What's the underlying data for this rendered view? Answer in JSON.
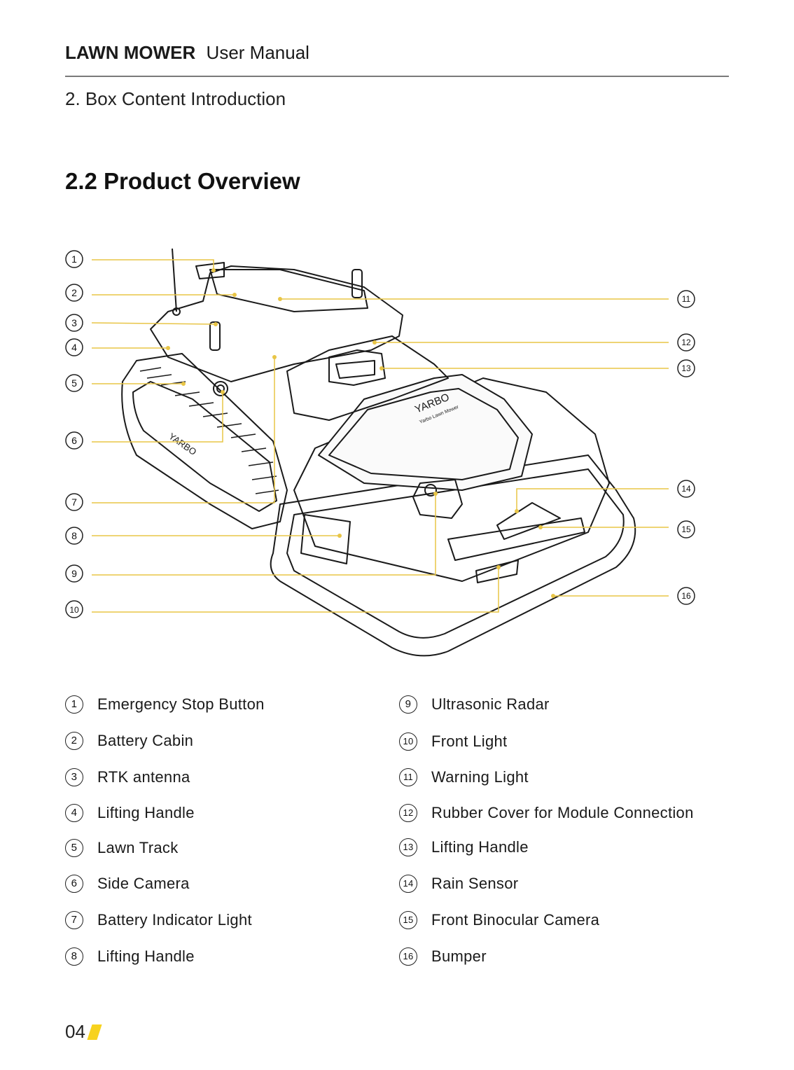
{
  "header": {
    "brand": "LAWN MOWER",
    "subtitle": "User Manual"
  },
  "section": "2. Box Content Introduction",
  "title": "2.2 Product Overview",
  "diagram": {
    "product_logo": "YARBO",
    "product_sub": "Yarbo Lawn Mower",
    "callouts_left": [
      "1",
      "2",
      "3",
      "4",
      "5",
      "6",
      "7",
      "8",
      "9",
      "10"
    ],
    "callouts_right": [
      "11",
      "12",
      "13",
      "14",
      "15",
      "16"
    ],
    "line_color": "#e8c547"
  },
  "legend": [
    {
      "num": "1",
      "label": "Emergency Stop Button"
    },
    {
      "num": "2",
      "label": "Battery Cabin"
    },
    {
      "num": "3",
      "label": "RTK antenna"
    },
    {
      "num": "4",
      "label": "Lifting Handle"
    },
    {
      "num": "5",
      "label": "Lawn Track"
    },
    {
      "num": "6",
      "label": "Side Camera"
    },
    {
      "num": "7",
      "label": "Battery Indicator Light"
    },
    {
      "num": "8",
      "label": "Lifting Handle"
    },
    {
      "num": "9",
      "label": "Ultrasonic Radar"
    },
    {
      "num": "10",
      "label": "Front Light"
    },
    {
      "num": "11",
      "label": "Warning Light"
    },
    {
      "num": "12",
      "label": "Rubber Cover for Module Connection"
    },
    {
      "num": "13",
      "label": "Lifting Handle"
    },
    {
      "num": "14",
      "label": "Rain Sensor"
    },
    {
      "num": "15",
      "label": "Front Binocular Camera"
    },
    {
      "num": "16",
      "label": "Bumper"
    }
  ],
  "page_number": "04",
  "accent_color": "#f7d21e"
}
